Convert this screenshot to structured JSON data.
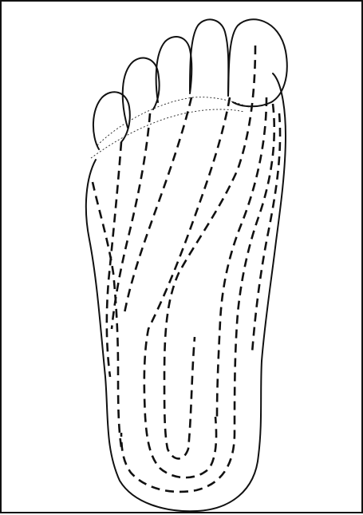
{
  "figure": {
    "subject": "foot-sole",
    "line_color": "#111111",
    "background_color": "#ffffff",
    "toes": [
      "little-toe",
      "fourth-toe",
      "third-toe",
      "second-toe",
      "big-toe"
    ],
    "dashed_path_count": 9
  }
}
